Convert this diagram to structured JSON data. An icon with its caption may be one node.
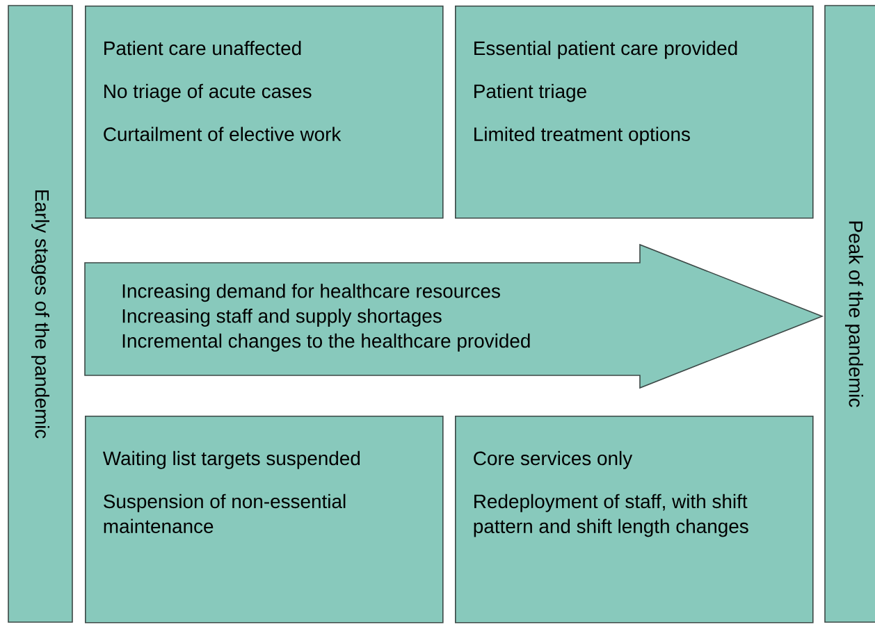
{
  "diagram": {
    "nodes": [
      {
        "text": [
          "Early stages of the pandemic"
        ]
      },
      {
        "text": [
          "Patient care unaffected",
          "No triage of acute cases",
          "Curtailment of elective work"
        ]
      },
      {
        "text": [
          "Essential patient care provided",
          "Patient triage",
          "Limited treatment options"
        ]
      },
      {
        "text": [
          "Increasing demand for healthcare resources",
          "Increasing staff and supply shortages",
          "Incremental changes to the healthcare provided"
        ]
      },
      {
        "text": [
          "Waiting list targets suspended",
          "Suspension of non-essential maintenance"
        ]
      },
      {
        "text": [
          "Core services only",
          "Redeployment of staff, with shift pattern and shift length changes"
        ]
      },
      {
        "text": [
          "Peak of the pandemic"
        ]
      }
    ]
  }
}
